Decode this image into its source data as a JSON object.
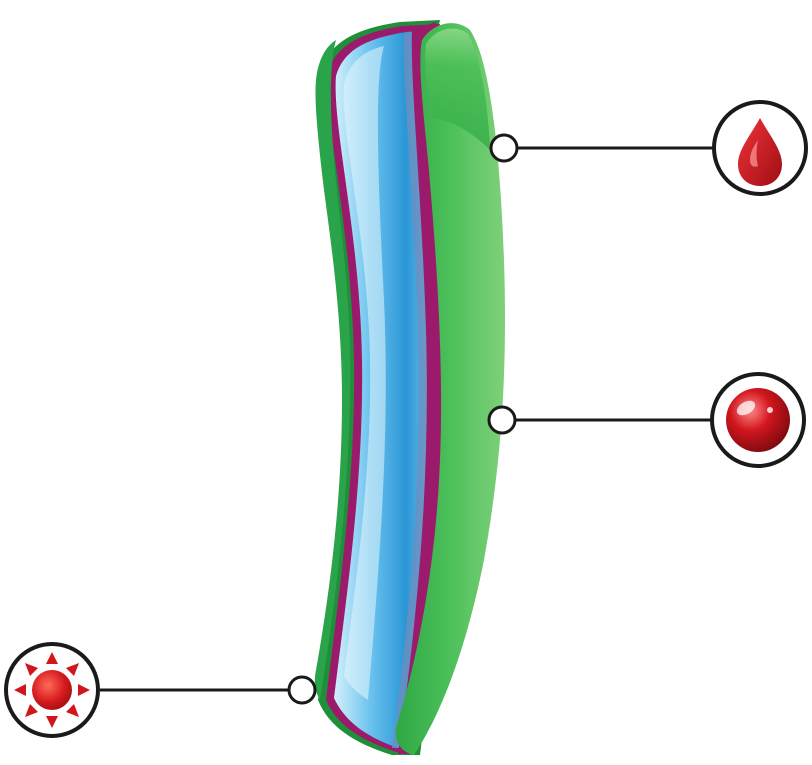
{
  "diagram": {
    "colors": {
      "outer_layer_green": "#3fb54a",
      "outer_layer_green_light": "#7fd07a",
      "edge_green": "#1f8f3a",
      "magenta_layer": "#9c1a6b",
      "blue_core": "#3aa6e0",
      "blue_core_light": "#bfe6f7",
      "callout_line": "#1a1a1a",
      "icon_red": "#d2161e",
      "icon_red_dark": "#8e0d12"
    },
    "callouts": [
      {
        "id": "drop",
        "icon": "blood-drop-icon"
      },
      {
        "id": "sphere",
        "icon": "red-sphere-icon"
      },
      {
        "id": "sun",
        "icon": "sun-icon"
      }
    ]
  }
}
